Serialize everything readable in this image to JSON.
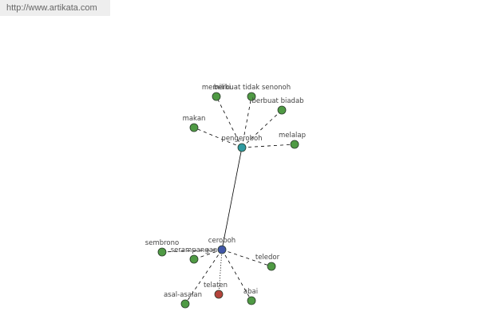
{
  "header": {
    "url": "http://www.artikata.com"
  },
  "colors": {
    "leaf": "#4f9a44",
    "hub_ceroboh": "#4157a8",
    "hub_pengeroboh": "#2f9aa0",
    "antonym": "#b4433b",
    "edge": "#000000"
  },
  "graph": {
    "nodes": [
      {
        "id": "ceroboh",
        "label": "ceroboh",
        "kind": "hub"
      },
      {
        "id": "pengeroboh",
        "label": "pengeroboh",
        "kind": "hub"
      },
      {
        "id": "memiliki",
        "label": "memiliki",
        "kind": "leaf"
      },
      {
        "id": "berbuat-tidak-senonoh",
        "label": "berbuat tidak senonoh",
        "kind": "leaf"
      },
      {
        "id": "berbuat-biadab",
        "label": "berbuat biadab",
        "kind": "leaf"
      },
      {
        "id": "makan",
        "label": "makan",
        "kind": "leaf"
      },
      {
        "id": "melalap",
        "label": "melalap",
        "kind": "leaf"
      },
      {
        "id": "sembrono",
        "label": "sembrono",
        "kind": "leaf"
      },
      {
        "id": "serampangan",
        "label": "serampangan",
        "kind": "leaf"
      },
      {
        "id": "teledor",
        "label": "teledor",
        "kind": "leaf"
      },
      {
        "id": "asal-asalan",
        "label": "asal-asalan",
        "kind": "leaf"
      },
      {
        "id": "telaten",
        "label": "telaten",
        "kind": "antonym"
      },
      {
        "id": "abai",
        "label": "abai",
        "kind": "leaf"
      }
    ],
    "edges": [
      {
        "from": "pengeroboh",
        "to": "ceroboh",
        "style": "solid"
      },
      {
        "from": "pengeroboh",
        "to": "memiliki",
        "style": "dashed"
      },
      {
        "from": "pengeroboh",
        "to": "berbuat-tidak-senonoh",
        "style": "dashed"
      },
      {
        "from": "pengeroboh",
        "to": "berbuat-biadab",
        "style": "dashed"
      },
      {
        "from": "pengeroboh",
        "to": "makan",
        "style": "dashed"
      },
      {
        "from": "pengeroboh",
        "to": "melalap",
        "style": "dashed"
      },
      {
        "from": "ceroboh",
        "to": "sembrono",
        "style": "dashed"
      },
      {
        "from": "ceroboh",
        "to": "serampangan",
        "style": "dashed"
      },
      {
        "from": "ceroboh",
        "to": "teledor",
        "style": "dashed"
      },
      {
        "from": "ceroboh",
        "to": "asal-asalan",
        "style": "dashed"
      },
      {
        "from": "ceroboh",
        "to": "telaten",
        "style": "dotted"
      },
      {
        "from": "ceroboh",
        "to": "abai",
        "style": "dashed"
      }
    ]
  }
}
